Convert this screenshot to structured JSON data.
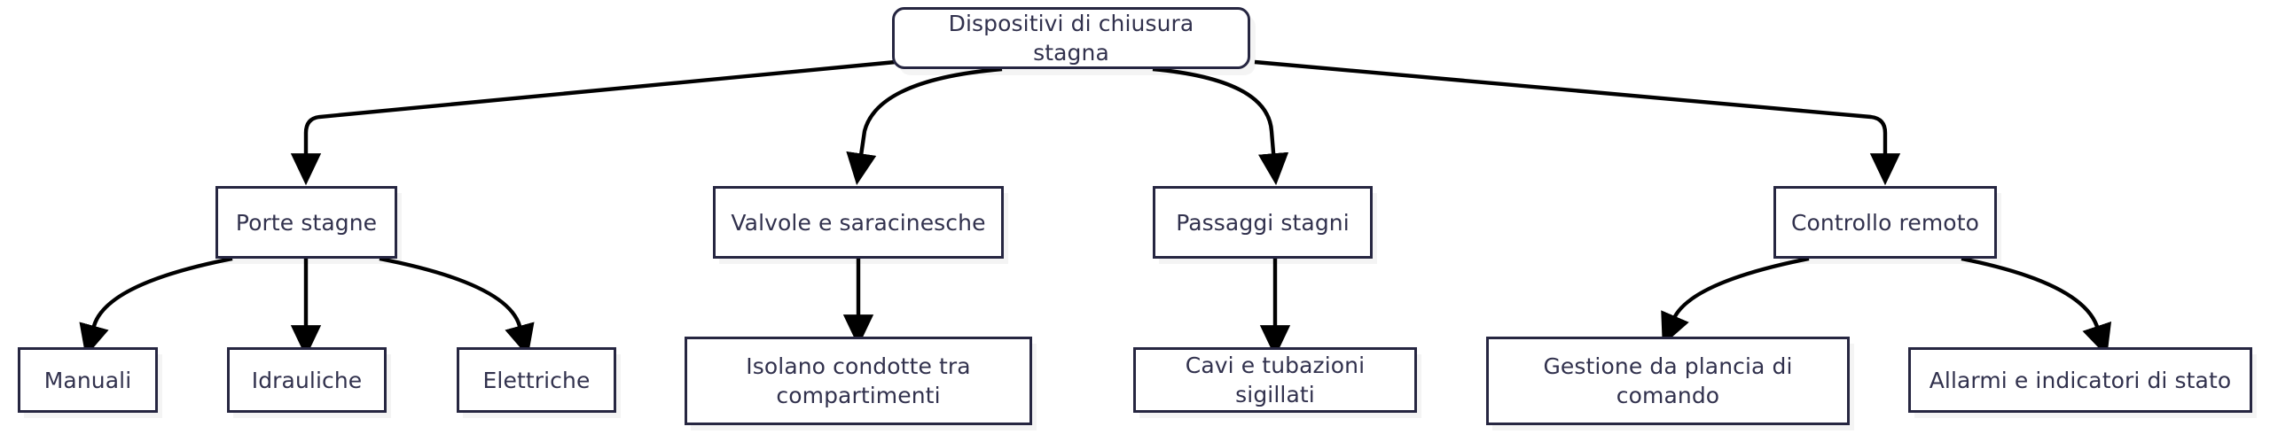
{
  "diagram": {
    "title_node": {
      "id": "root",
      "label": "Dispositivi di chiusura\nstagna",
      "shape": "rounded-rect"
    },
    "colors": {
      "node_border": "#262641",
      "node_fill": "#ffffff",
      "node_text": "#31314d",
      "edge_stroke": "#000000",
      "canvas_background": "#ffffff"
    },
    "level2": [
      {
        "id": "porte-stagne",
        "label": "Porte stagne"
      },
      {
        "id": "valvole-e-saracinesche",
        "label": "Valvole e saracinesche"
      },
      {
        "id": "passaggi-stagni",
        "label": "Passaggi stagni"
      },
      {
        "id": "controllo-remoto",
        "label": "Controllo remoto"
      }
    ],
    "level3": [
      {
        "id": "manuali",
        "label": "Manuali",
        "parent": "porte-stagne"
      },
      {
        "id": "idrauliche",
        "label": "Idrauliche",
        "parent": "porte-stagne"
      },
      {
        "id": "elettriche",
        "label": "Elettriche",
        "parent": "porte-stagne"
      },
      {
        "id": "isolano-condotte",
        "label": "Isolano condotte tra\ncompartimenti",
        "parent": "valvole-e-saracinesche"
      },
      {
        "id": "cavi-tubazioni",
        "label": "Cavi e tubazioni sigillati",
        "parent": "passaggi-stagni"
      },
      {
        "id": "gestione-plancia",
        "label": "Gestione da plancia di\ncomando",
        "parent": "controllo-remoto"
      },
      {
        "id": "allarmi-indicatori",
        "label": "Allarmi e indicatori di stato",
        "parent": "controllo-remoto"
      }
    ]
  }
}
